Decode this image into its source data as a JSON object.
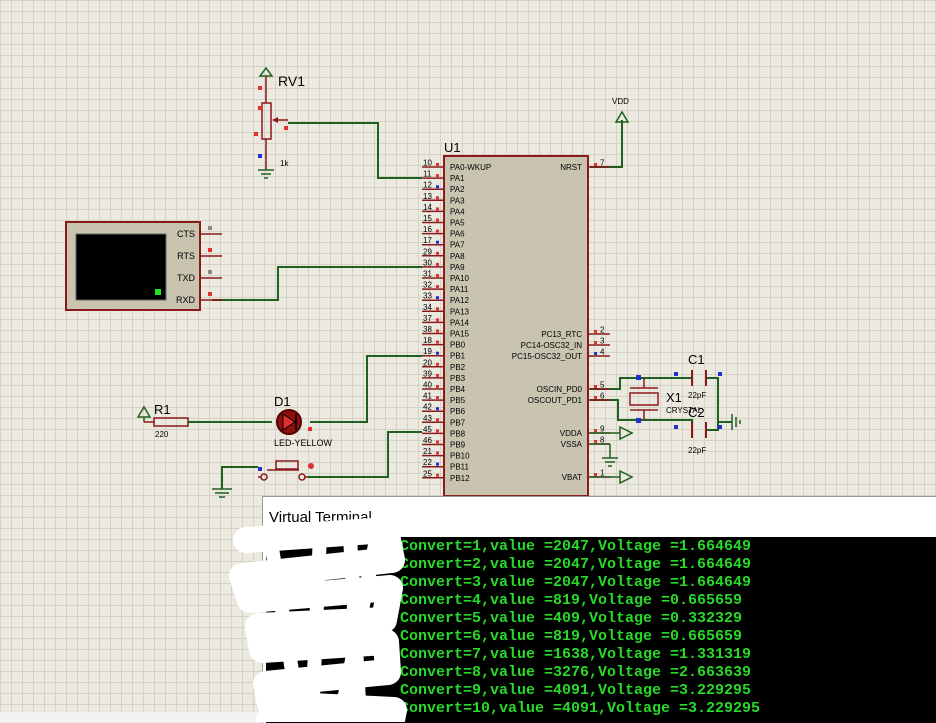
{
  "schematic": {
    "rv1": {
      "ref": "RV1",
      "value": "1k"
    },
    "vdd": {
      "label": "VDD"
    },
    "u1": {
      "ref": "U1",
      "left_pins": [
        {
          "num": "10",
          "name": "PA0-WKUP"
        },
        {
          "num": "11",
          "name": "PA1"
        },
        {
          "num": "12",
          "name": "PA2"
        },
        {
          "num": "13",
          "name": "PA3"
        },
        {
          "num": "14",
          "name": "PA4"
        },
        {
          "num": "15",
          "name": "PA5"
        },
        {
          "num": "16",
          "name": "PA6"
        },
        {
          "num": "17",
          "name": "PA7"
        },
        {
          "num": "29",
          "name": "PA8"
        },
        {
          "num": "30",
          "name": "PA9"
        },
        {
          "num": "31",
          "name": "PA10"
        },
        {
          "num": "32",
          "name": "PA11"
        },
        {
          "num": "33",
          "name": "PA12"
        },
        {
          "num": "34",
          "name": "PA13"
        },
        {
          "num": "37",
          "name": "PA14"
        },
        {
          "num": "38",
          "name": "PA15"
        },
        {
          "num": "18",
          "name": "PB0"
        },
        {
          "num": "19",
          "name": "PB1"
        },
        {
          "num": "20",
          "name": "PB2"
        },
        {
          "num": "39",
          "name": "PB3"
        },
        {
          "num": "40",
          "name": "PB4"
        },
        {
          "num": "41",
          "name": "PB5"
        },
        {
          "num": "42",
          "name": "PB6"
        },
        {
          "num": "43",
          "name": "PB7"
        },
        {
          "num": "45",
          "name": "PB8"
        },
        {
          "num": "46",
          "name": "PB9"
        },
        {
          "num": "21",
          "name": "PB10"
        },
        {
          "num": "22",
          "name": "PB11"
        },
        {
          "num": "25",
          "name": "PB12"
        }
      ],
      "right_pins": [
        {
          "num": "7",
          "name": "NRST"
        },
        {
          "num": "2",
          "name": "PC13_RTC"
        },
        {
          "num": "3",
          "name": "PC14-OSC32_IN"
        },
        {
          "num": "4",
          "name": "PC15-OSC32_OUT"
        },
        {
          "num": "5",
          "name": "OSCIN_PD0"
        },
        {
          "num": "6",
          "name": "OSCOUT_PD1"
        },
        {
          "num": "9",
          "name": "VDDA"
        },
        {
          "num": "8",
          "name": "VSSA"
        },
        {
          "num": "1",
          "name": "VBAT"
        }
      ]
    },
    "terminal": {
      "pins": [
        "CTS",
        "RTS",
        "TXD",
        "RXD"
      ]
    },
    "r1": {
      "ref": "R1",
      "value": "220"
    },
    "d1": {
      "ref": "D1",
      "value": "LED-YELLOW"
    },
    "c1": {
      "ref": "C1",
      "value": "22pF"
    },
    "c2": {
      "ref": "C2",
      "value": "22pF"
    },
    "x1": {
      "ref": "X1",
      "value": "CRYSTAL"
    }
  },
  "terminal_window": {
    "title": "Virtual Terminal",
    "lines": [
      "Convert=1,value =2047,Voltage =1.664649",
      "Convert=2,value =2047,Voltage =1.664649",
      "Convert=3,value =2047,Voltage =1.664649",
      "Convert=4,value =819,Voltage =0.665659",
      "Convert=5,value =409,Voltage =0.332329",
      "Convert=6,value =819,Voltage =0.665659",
      "Convert=7,value =1638,Voltage =1.331319",
      "Convert=8,value =3276,Voltage =2.663639",
      "Convert=9,value =4091,Voltage =3.229295",
      "Convert=10,value =4091,Voltage =3.229295"
    ],
    "colors": {
      "text": "#29d929",
      "background": "#000000"
    }
  }
}
